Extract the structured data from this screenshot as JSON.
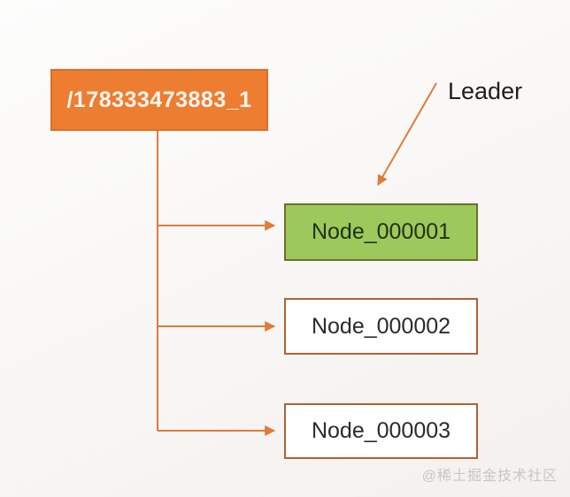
{
  "diagram": {
    "root": {
      "label": "/178333473883_1"
    },
    "leader_annotation": {
      "label": "Leader"
    },
    "nodes": [
      {
        "label": "Node_000001",
        "is_leader": true
      },
      {
        "label": "Node_000002",
        "is_leader": false
      },
      {
        "label": "Node_000003",
        "is_leader": false
      }
    ],
    "watermark": "@稀土掘金技术社区"
  },
  "colors": {
    "root_fill": "#ED7D31",
    "root_border": "#DE6F22",
    "connector": "#E07B39",
    "leader_fill": "#9CC85C",
    "leader_border": "#6E7226",
    "leader_text": "#1E3313",
    "node_border": "#AD6234",
    "node_text": "#2B2B2B"
  }
}
